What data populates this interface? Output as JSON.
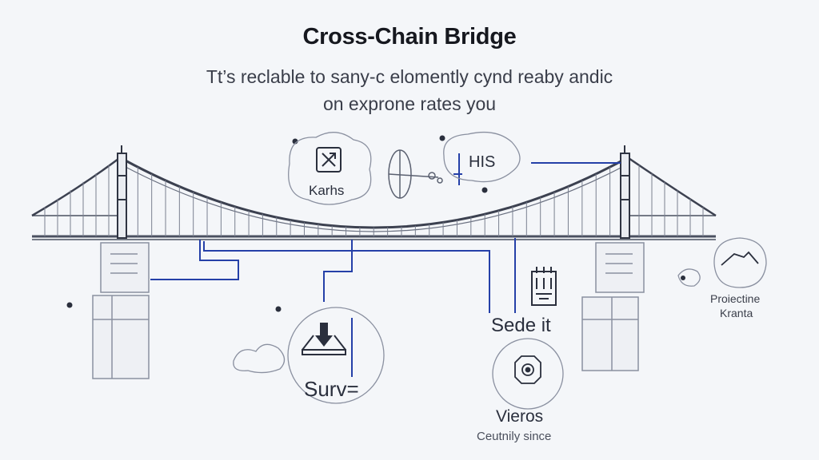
{
  "header": {
    "title": "Cross-Chain Bridge",
    "subtitle_line1": "Tt’s reclable to sany-c elomently cynd reaby andic",
    "subtitle_line2": "on exprone rates you"
  },
  "nodes": {
    "karhs": {
      "label": "Karhs",
      "icon": "swap-arrows-icon"
    },
    "his": {
      "label": "HIS"
    },
    "surv": {
      "label": "Surv=",
      "icon": "download-tray-icon"
    },
    "sede": {
      "label": "Sede it",
      "icon": "document-stack-icon"
    },
    "vieros": {
      "label": "Vieros",
      "icon": "gear-shield-icon"
    },
    "cautionily": {
      "label": "Ceutnily since"
    },
    "protective": {
      "label_line1": "Proiectine",
      "label_line2": "Kranta",
      "icon": "mountain-icon"
    }
  },
  "colors": {
    "line_blue": "#2540a8",
    "sketch_gray": "#5a6070",
    "background": "#f4f6f9"
  }
}
